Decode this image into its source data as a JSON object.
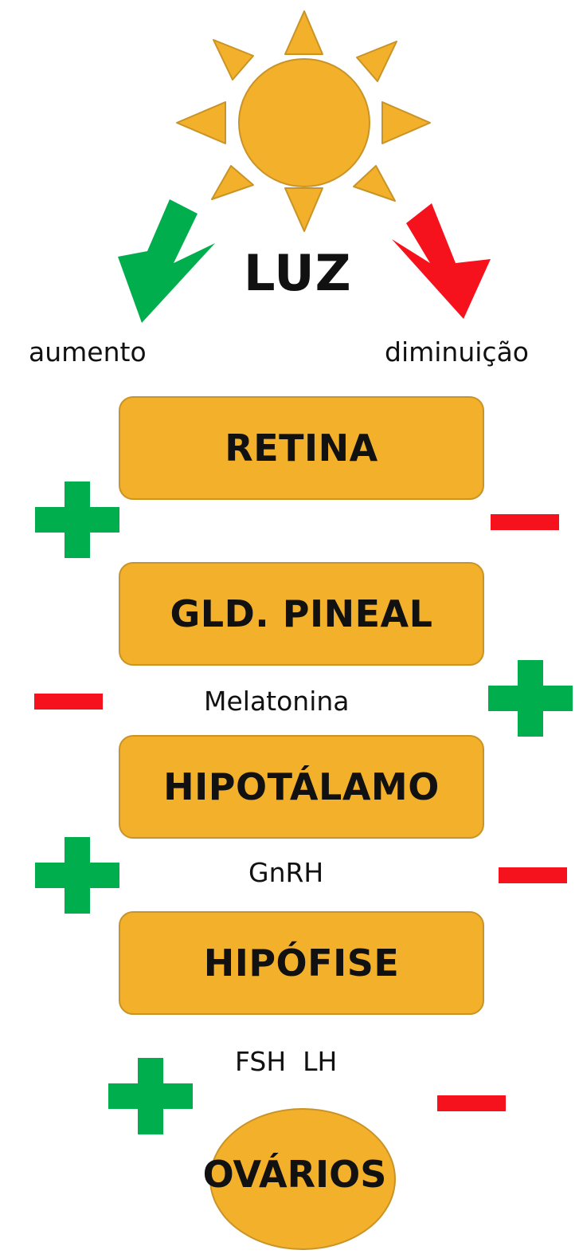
{
  "sun": {
    "color": "#F3B02B",
    "outline": "#C99326",
    "icon": "sun-icon"
  },
  "light": {
    "title": "LUZ",
    "increase_label": "aumento",
    "decrease_label": "diminuição",
    "increase_arrow_color": "#00AE4D",
    "decrease_arrow_color": "#F5121C"
  },
  "nodes": {
    "retina": "RETINA",
    "pineal": "GLD. PINEAL",
    "hypothalamus": "HIPOTÁLAMO",
    "pituitary": "HIPÓFISE",
    "ovaries": "OVÁRIOS"
  },
  "hormones": {
    "melatonin": "Melatonina",
    "gnrh": "GnRH",
    "fsh_lh": "FSH  LH"
  },
  "signs": {
    "plus_color": "#00AE4D",
    "minus_color": "#F5121C",
    "box_color": "#F3B02B"
  }
}
